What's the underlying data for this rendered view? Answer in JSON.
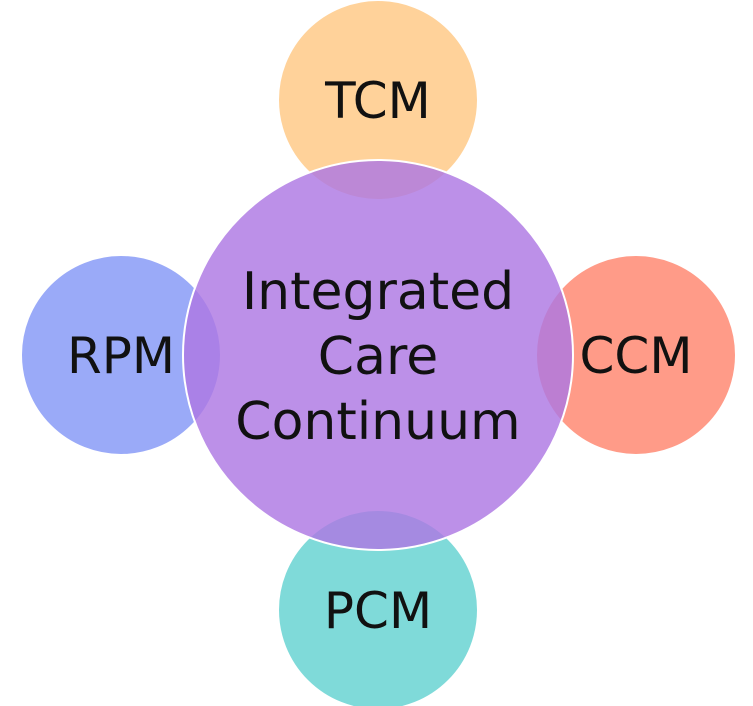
{
  "diagram": {
    "center": {
      "lines": [
        "Integrated",
        "Care",
        "Continuum"
      ],
      "color": "#ad78e3"
    },
    "top": {
      "label": "TCM",
      "color": "#ffd29a"
    },
    "left": {
      "label": "RPM",
      "color": "#9aaaf8"
    },
    "right": {
      "label": "CCM",
      "color": "#ff9b88"
    },
    "bottom": {
      "label": "PCM",
      "color": "#7fdad9"
    }
  }
}
